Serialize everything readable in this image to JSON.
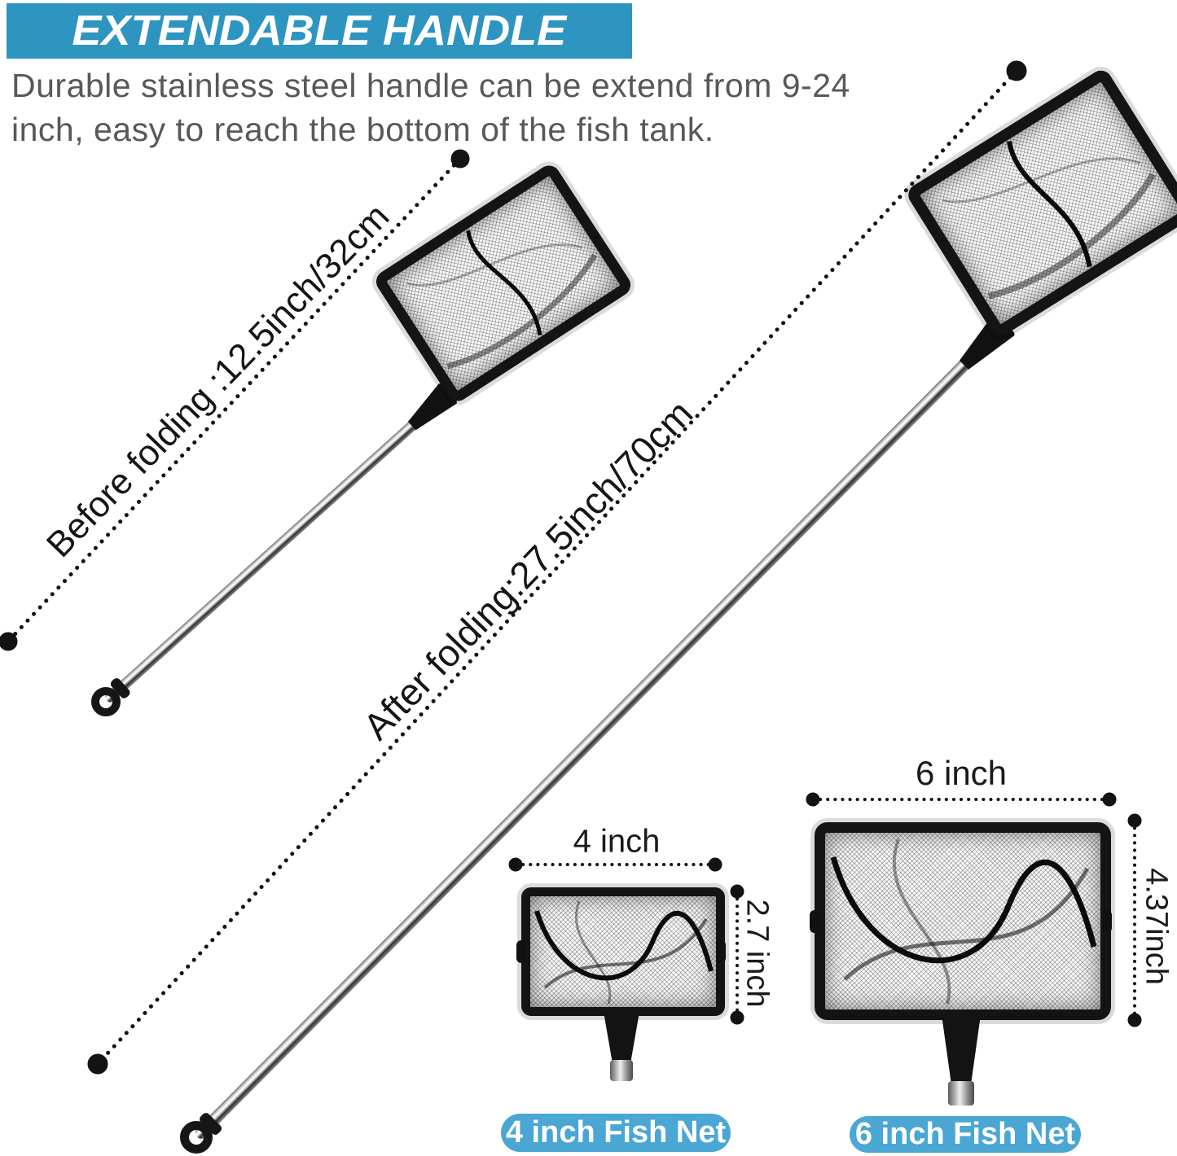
{
  "header": {
    "title": "EXTENDABLE HANDLE"
  },
  "description": {
    "line1": "Durable stainless steel handle can be extend from 9-24",
    "line2": "inch, easy to reach the bottom of the fish tank."
  },
  "measurements": {
    "before_folding": "Before folding :12.5inch/32cm",
    "after_folding": "After folding:27.5inch/70cm"
  },
  "closeups": [
    {
      "width_label": "4 inch",
      "height_label": "2.7 inch",
      "badge": "4 inch Fish Net"
    },
    {
      "width_label": "6 inch",
      "height_label": "4.37inch",
      "badge": "6 inch Fish Net"
    }
  ],
  "colors": {
    "header_blue": "#2e94c0",
    "badge_blue": "#4aa6d3",
    "text_gray": "#57585a",
    "line_black": "#131313"
  }
}
